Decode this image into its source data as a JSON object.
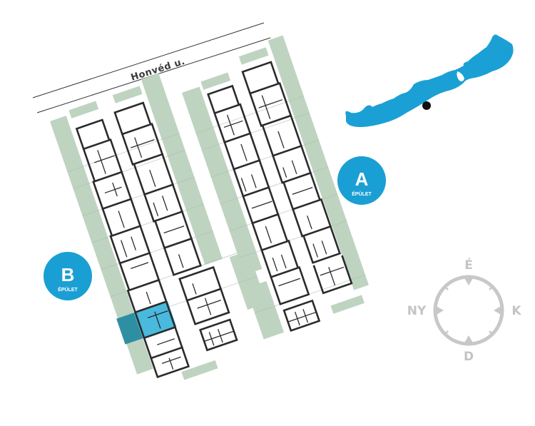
{
  "street": {
    "name": "Honvéd u."
  },
  "buildings": [
    {
      "id": "A",
      "letter": "A",
      "label": "ÉPÜLET"
    },
    {
      "id": "B",
      "letter": "B",
      "label": "ÉPÜLET"
    }
  ],
  "compass": {
    "north": "É",
    "south": "D",
    "west": "NY",
    "east": "K"
  },
  "colors": {
    "accent": "#1aa0d4",
    "green_area": "#bfd3c1",
    "highlight_unit": "#3fb5dc",
    "highlight_terrace": "#2e8fa3",
    "walls": "#2b2b2b",
    "compass": "#c8c8c8"
  },
  "locator": {
    "shape": "lake-balaton",
    "marker": "location-dot"
  }
}
